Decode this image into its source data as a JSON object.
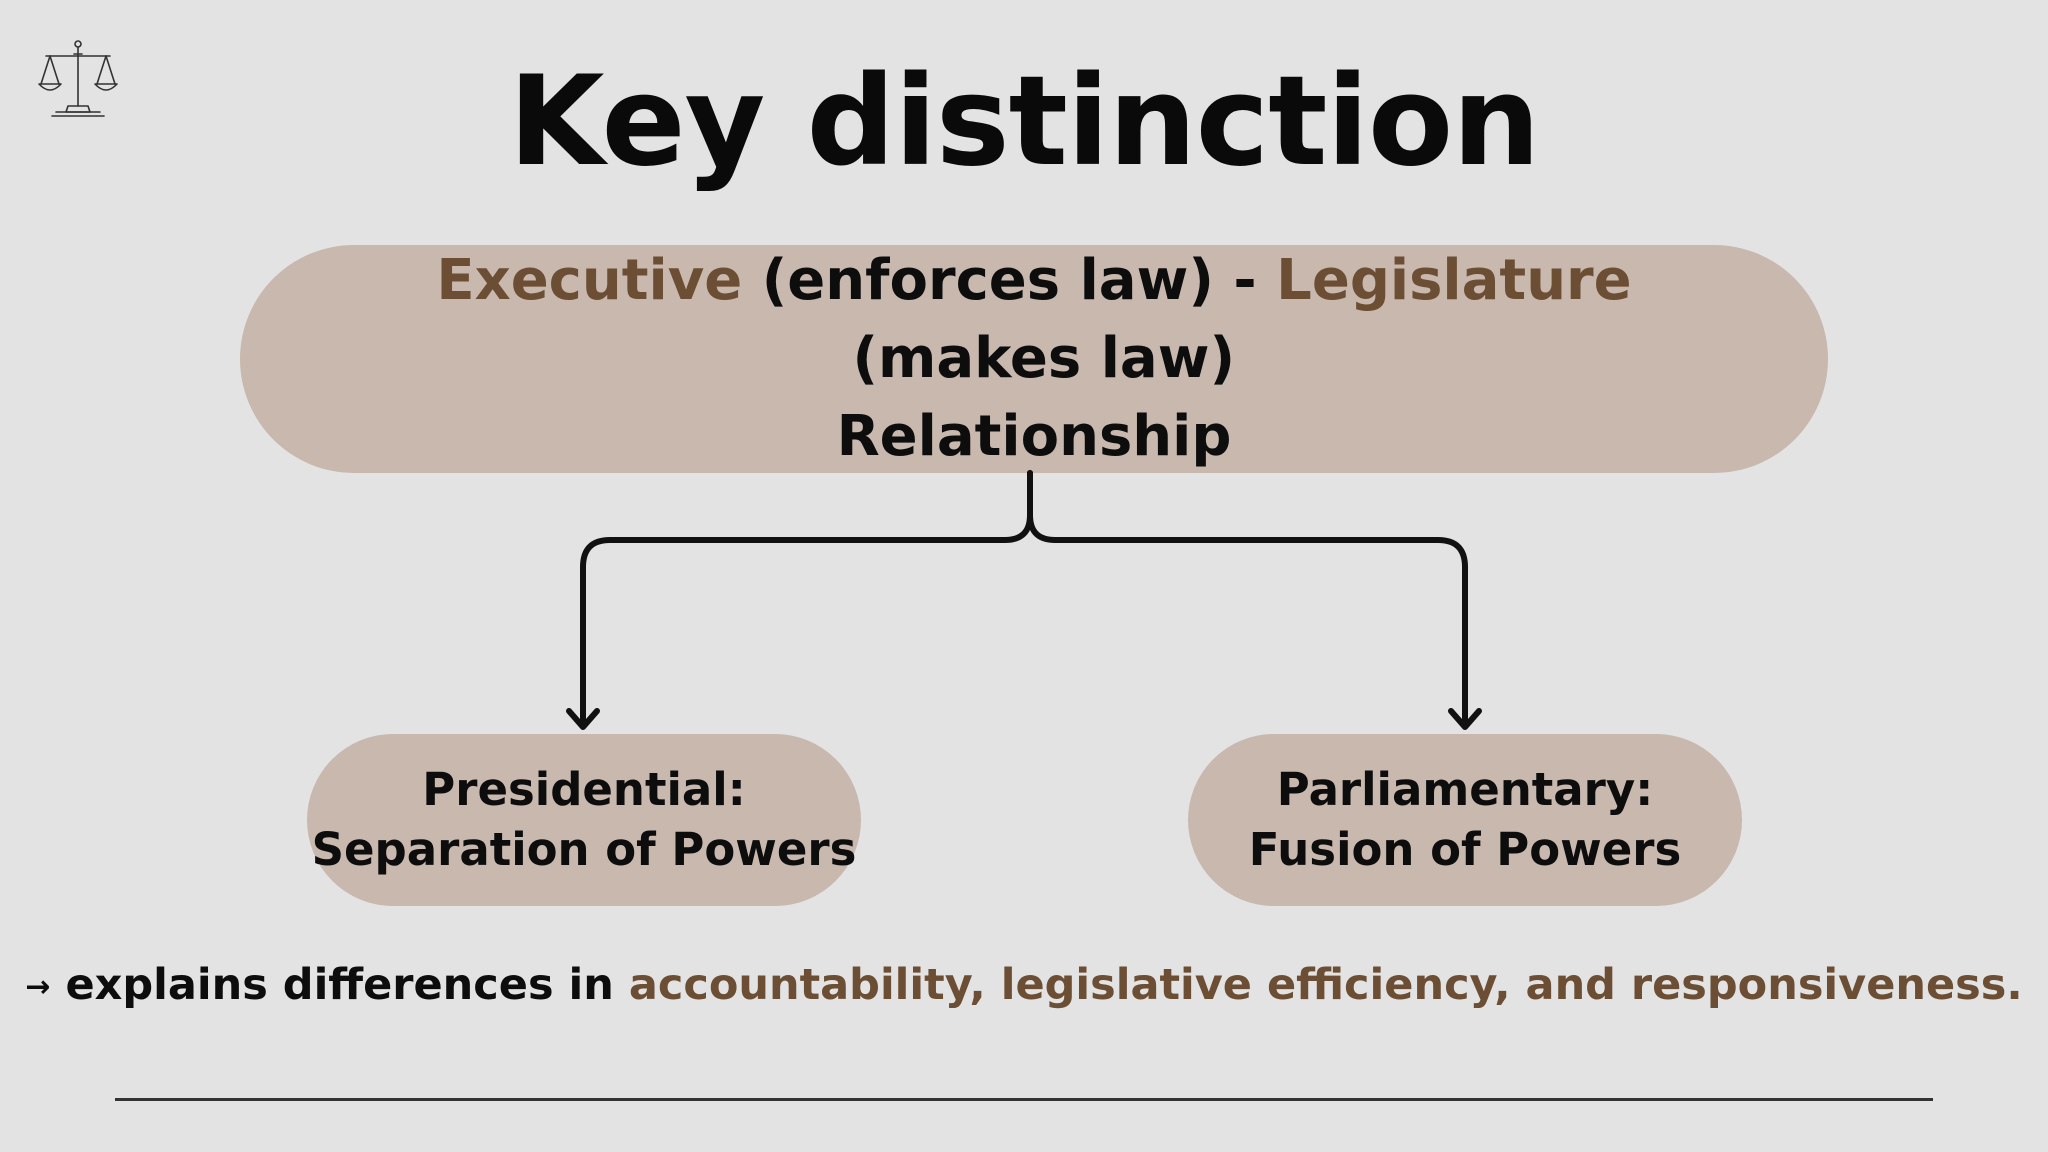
{
  "title": "Key distinction",
  "logo": {
    "icon": "scales-of-justice-icon"
  },
  "top_node": {
    "part1_accent": "Executive",
    "part1_rest": " (enforces law) - ",
    "part2_accent": "Legislature",
    "part2_rest": " (makes law)",
    "line2": "Relationship"
  },
  "left_node": {
    "line1": "Presidential:",
    "line2": "Separation of Powers"
  },
  "right_node": {
    "line1": "Parliamentary:",
    "line2": "Fusion of Powers"
  },
  "footer": {
    "arrow": "→",
    "lead": " explains differences in ",
    "accent": "accountability, legislative efficiency, and responsiveness."
  },
  "colors": {
    "background": "#e3e3e3",
    "pill": "#c8b8ae",
    "accent": "#6b4e34",
    "text": "#0d0d0d"
  }
}
